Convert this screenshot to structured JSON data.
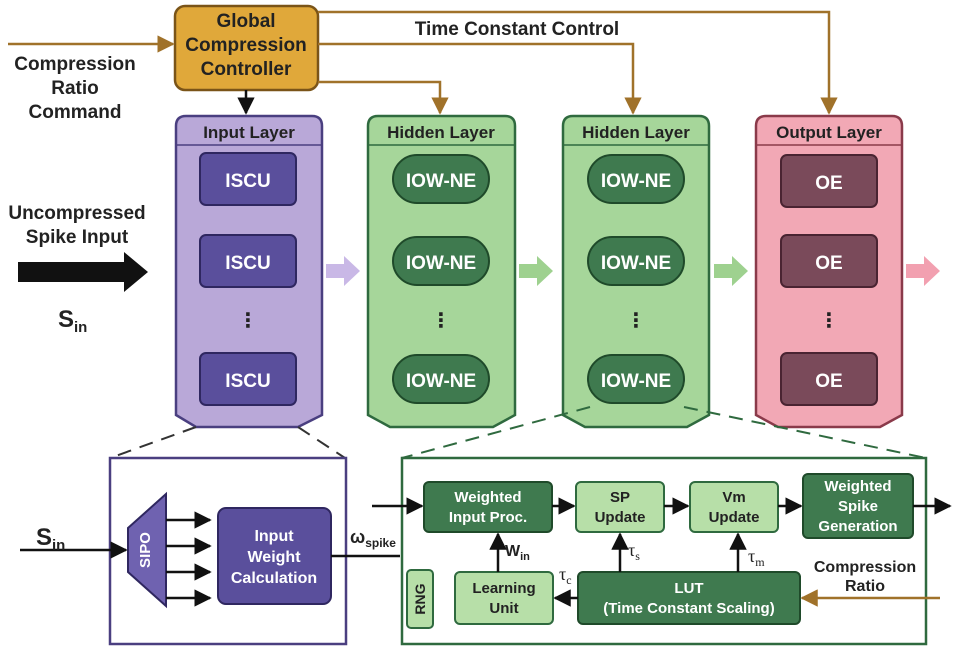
{
  "controller": {
    "line1": "Global",
    "line2": "Compression",
    "line3": "Controller"
  },
  "labels": {
    "time_constant_control": "Time Constant Control",
    "compression_ratio_command": [
      "Compression",
      "Ratio",
      "Command"
    ],
    "uncompressed_input": [
      "Uncompressed",
      "Spike Input"
    ],
    "s_in_main": "S",
    "s_in_sub": "in",
    "ellipsis": "⋮"
  },
  "layers": {
    "input": {
      "title": "Input Layer",
      "unit": "ISCU"
    },
    "hidden1": {
      "title": "Hidden Layer",
      "unit": "IOW-NE"
    },
    "hidden2": {
      "title": "Hidden Layer",
      "unit": "IOW-NE"
    },
    "output": {
      "title": "Output Layer",
      "unit": "OE"
    }
  },
  "iscu_detail": {
    "sipo": "SIPO",
    "calc": [
      "Input",
      "Weight",
      "Calculation"
    ],
    "s_in_main": "S",
    "s_in_sub": "in",
    "omega_main": "ω",
    "omega_sub": "spike"
  },
  "neuron_detail": {
    "weighted_input": [
      "Weighted",
      "Input Proc."
    ],
    "sp_update": [
      "SP",
      "Update"
    ],
    "vm_update": [
      "Vm",
      "Update"
    ],
    "weighted_spike": [
      "Weighted",
      "Spike",
      "Generation"
    ],
    "rng": "RNG",
    "learning_unit": [
      "Learning",
      "Unit"
    ],
    "lut": [
      "LUT",
      "(Time Constant Scaling)"
    ],
    "compression_ratio": [
      "Compression",
      "Ratio"
    ],
    "w_in_main": "W",
    "w_in_sub": "in",
    "tau_s_main": "τ",
    "tau_s_sub": "s",
    "tau_m_main": "τ",
    "tau_m_sub": "m",
    "tau_c_main": "τ",
    "tau_c_sub": "c"
  },
  "colors": {
    "controller": "#e0a83a",
    "control_line": "#a0722a",
    "input_layer": "#b9a8d8",
    "input_unit": "#5a4f9c",
    "hidden_layer": "#a6d69a",
    "hidden_unit": "#3f7a4f",
    "output_layer": "#f2a8b5",
    "output_unit": "#7a4a5a",
    "detail_block": "#3f7a4f",
    "detail_block_light": "#b7dfa8"
  }
}
